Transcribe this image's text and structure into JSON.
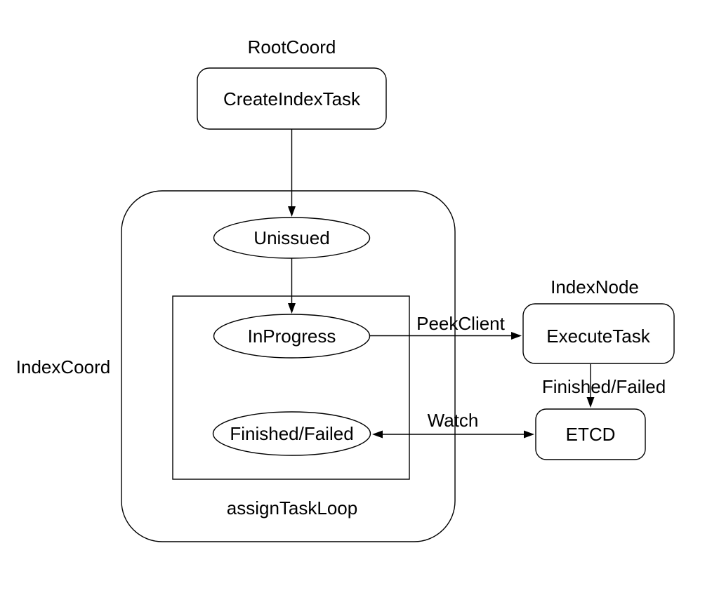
{
  "diagram": {
    "colors": {
      "background": "#ffffff",
      "stroke": "#000000",
      "text": "#000000"
    },
    "groups": {
      "root_coord": "RootCoord",
      "index_coord": "IndexCoord",
      "index_node": "IndexNode",
      "assign_task_loop": "assignTaskLoop"
    },
    "nodes": {
      "create_index_task": "CreateIndexTask",
      "unissued": "Unissued",
      "in_progress": "InProgress",
      "finished_failed": "Finished/Failed",
      "execute_task": "ExecuteTask",
      "etcd": "ETCD"
    },
    "edges": {
      "peek_client": "PeekClient",
      "finished_failed": "Finished/Failed",
      "watch": "Watch"
    }
  }
}
